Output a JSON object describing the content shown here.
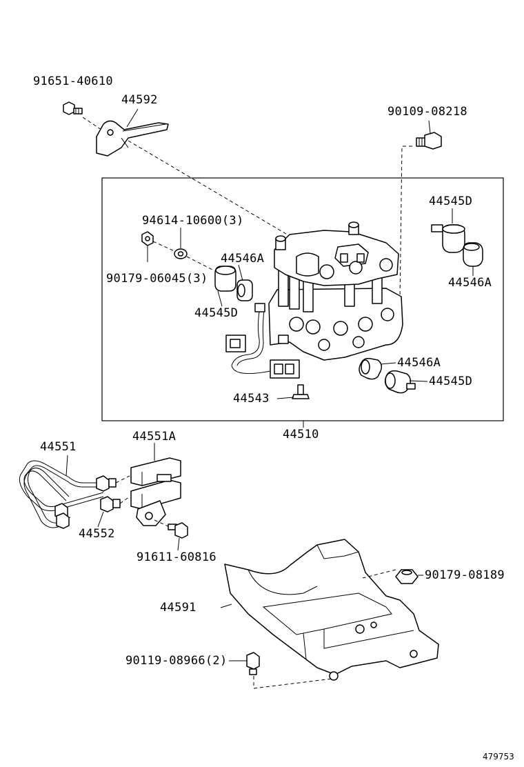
{
  "labels": {
    "p91651": "91651-40610",
    "p44592": "44592",
    "p90109": "90109-08218",
    "p94614": "94614-10600(3)",
    "p44546a_left": "44546A",
    "p90179_06045": "90179-06045(3)",
    "p44545d_left": "44545D",
    "p44545d_topright": "44545D",
    "p44546a_right": "44546A",
    "p44546a_lower": "44546A",
    "p44545d_lower": "44545D",
    "p44543": "44543",
    "p44510": "44510",
    "p44551": "44551",
    "p44551a": "44551A",
    "p44552": "44552",
    "p91611": "91611-60816",
    "p90179_08189": "90179-08189",
    "p44591": "44591",
    "p90119": "90119-08966(2)"
  },
  "figure_id": "479753"
}
